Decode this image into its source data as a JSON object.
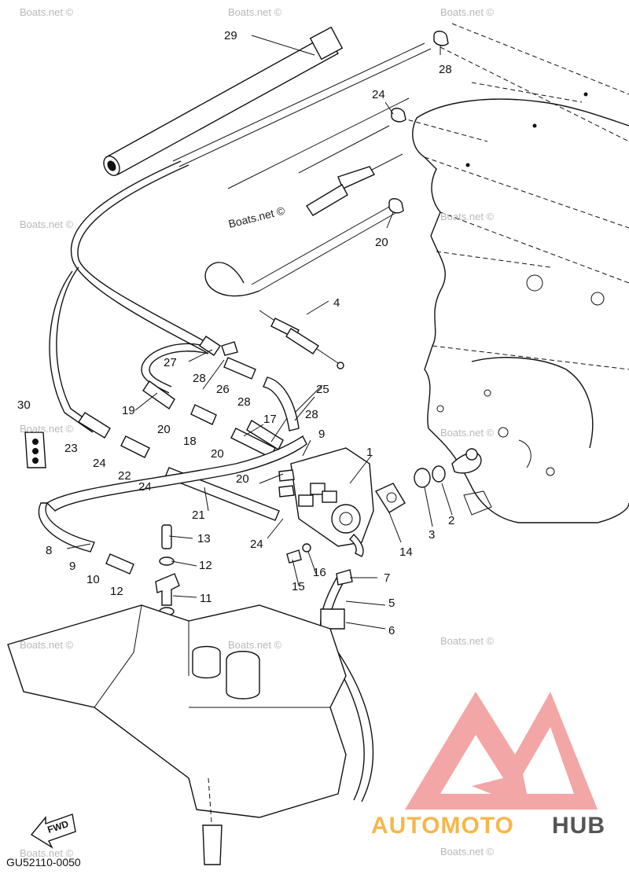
{
  "watermark_text": "Boats.net ©",
  "diagram_code": "GU52110-0050",
  "fwd_label": "FWD",
  "brand": {
    "part1": "AUTOMOTO",
    "part2": "HUB",
    "logo_color": "#f0a0a0",
    "accent": "#f5b74a"
  },
  "callouts": {
    "c1": "1",
    "c2": "2",
    "c3": "3",
    "c4": "4",
    "c5": "5",
    "c6": "6",
    "c7": "7",
    "c8": "8",
    "c9a": "9",
    "c9b": "9",
    "c10": "10",
    "c11": "11",
    "c12a": "12",
    "c12b": "12",
    "c13": "13",
    "c14": "14",
    "c15": "15",
    "c16": "16",
    "c17": "17",
    "c18": "18",
    "c19": "19",
    "c20a": "20",
    "c20b": "20",
    "c20c": "20",
    "c20d": "20",
    "c21": "21",
    "c22": "22",
    "c23": "23",
    "c24a": "24",
    "c24b": "24",
    "c24c": "24",
    "c24d": "24",
    "c25": "25",
    "c26": "26",
    "c27": "27",
    "c28a": "28",
    "c28b": "28",
    "c28c": "28",
    "c28d": "28",
    "c29": "29",
    "c30": "30"
  }
}
